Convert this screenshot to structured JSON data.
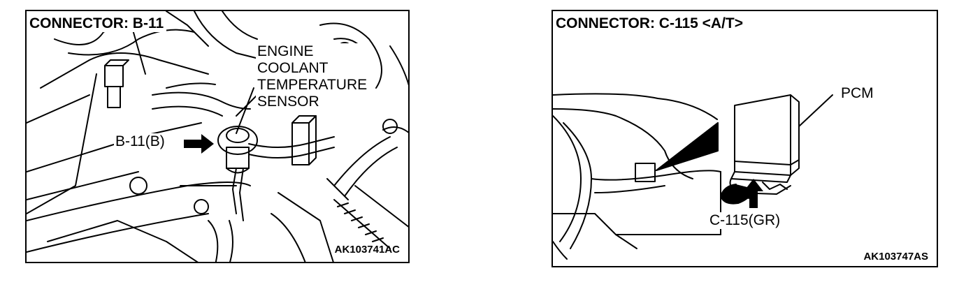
{
  "left": {
    "title": "CONNECTOR: B-11",
    "sensor_label": [
      "ENGINE",
      "COOLANT",
      "TEMPERATURE",
      "SENSOR"
    ],
    "connector_label": "B-11(B)",
    "figure_code": "AK103741AC"
  },
  "right": {
    "title": "CONNECTOR: C-115 <A/T>",
    "pcm_label": "PCM",
    "connector_label": "C-115(GR)",
    "figure_code": "AK103747AS"
  }
}
